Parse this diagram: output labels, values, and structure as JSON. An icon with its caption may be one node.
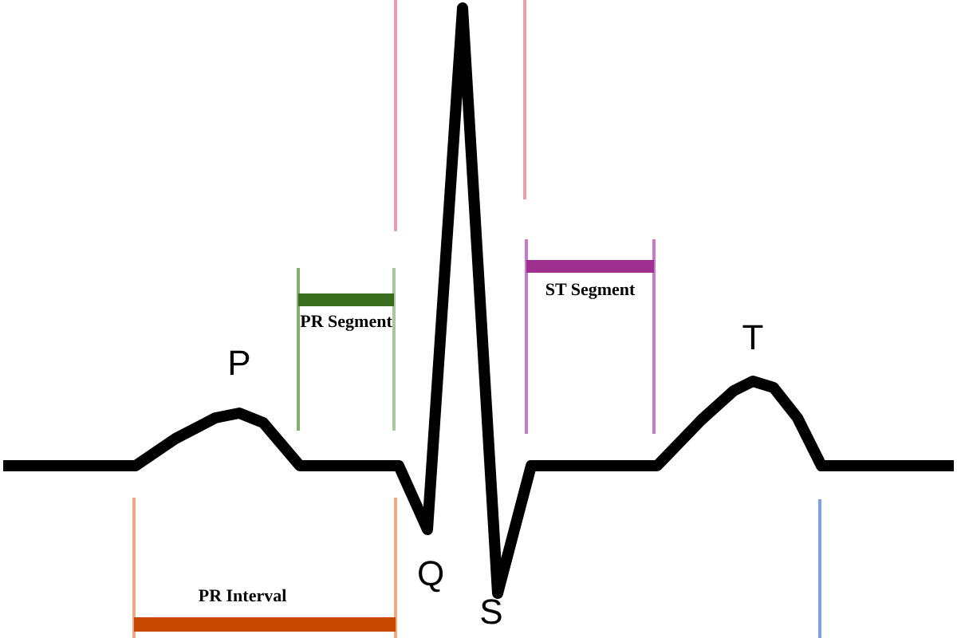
{
  "diagram": {
    "labels": [
      "PR Segment",
      "ST Segment",
      "T",
      "P",
      "Q",
      "PR Interval",
      "S"
    ]
  }
}
